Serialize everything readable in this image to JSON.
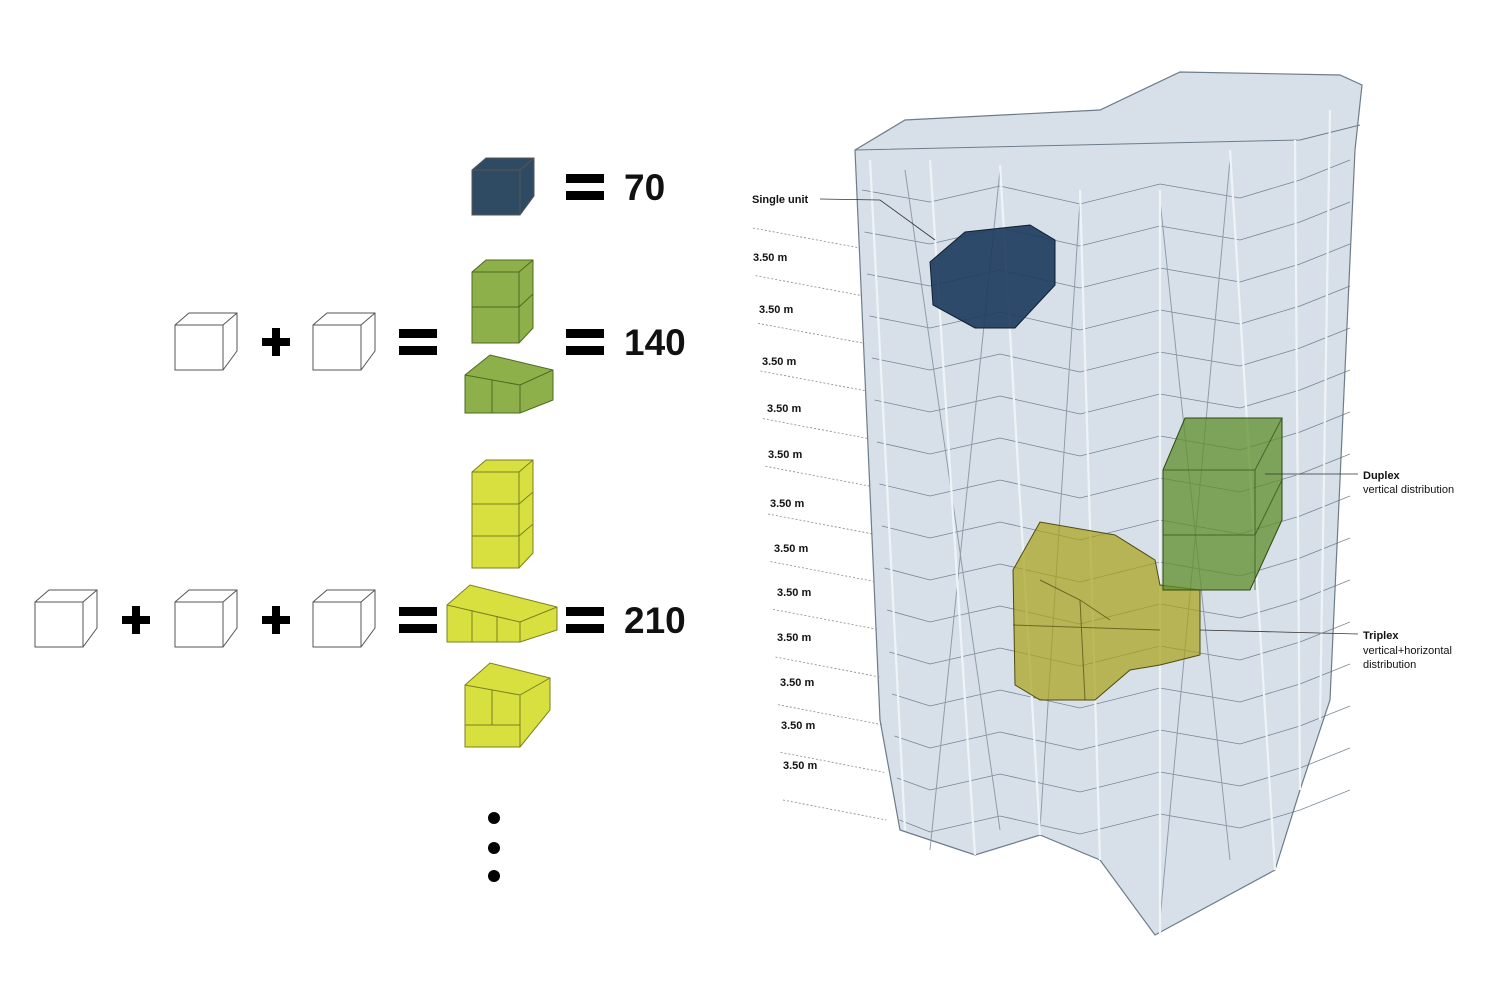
{
  "equations": [
    {
      "result": "70",
      "unit_type": "single"
    },
    {
      "result": "140",
      "unit_type": "duplex"
    },
    {
      "result": "210",
      "unit_type": "triplex"
    }
  ],
  "symbols": {
    "plus": "plus-icon",
    "equals": "equals-icon",
    "continuation": "vertical-ellipsis"
  },
  "colors": {
    "single": "#2f4a63",
    "duplex": "#8db04a",
    "triplex": "#d8e040",
    "tower": "#c9d6e2"
  },
  "tower_labels": {
    "single_unit": "Single unit",
    "floor_height": [
      "3.50 m",
      "3.50 m",
      "3.50 m",
      "3.50 m",
      "3.50 m",
      "3.50 m",
      "3.50 m",
      "3.50 m",
      "3.50 m",
      "3.50 m",
      "3.50 m",
      "3.50 m"
    ],
    "duplex_title": "Duplex",
    "duplex_sub": "vertical distribution",
    "triplex_title": "Triplex",
    "triplex_sub1": "vertical+horizontal",
    "triplex_sub2": "distribution"
  }
}
